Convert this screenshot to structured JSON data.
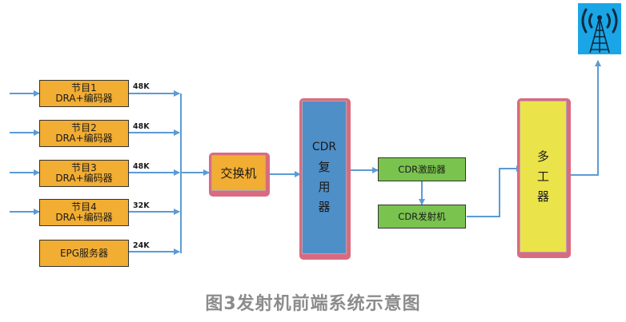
{
  "diagram": {
    "caption": "图3发射机前端系统示意图",
    "sources": [
      {
        "line1": "节目1",
        "line2": "DRA+编码器",
        "rate": "48K"
      },
      {
        "line1": "节目2",
        "line2": "DRA+编码器",
        "rate": "48K"
      },
      {
        "line1": "节目3",
        "line2": "DRA+编码器",
        "rate": "48K"
      },
      {
        "line1": "节目4",
        "line2": "DRA+编码器",
        "rate": "32K"
      },
      {
        "line1": "EPG服务器",
        "line2": "",
        "rate": "24K"
      }
    ],
    "switch": {
      "label": "交换机"
    },
    "multiplexer": {
      "lines": [
        "CDR",
        "复",
        "用",
        "器"
      ]
    },
    "exciter": {
      "label": "CDR激励器"
    },
    "transmitter": {
      "label": "CDR发射机"
    },
    "diplexer": {
      "lines": [
        "多",
        "工",
        "器"
      ]
    },
    "antenna": {
      "icon": "broadcast-tower-icon"
    },
    "colors": {
      "source_fill": "#f2ad33",
      "switch_fill": "#f2ad33",
      "multiplexer_fill": "#4f8fc8",
      "exciter_fill": "#7ac34f",
      "diplexer_fill": "#ebe34a",
      "frame": "#d96b80",
      "wire": "#5b9bd5",
      "antenna_bg": "#1aa6e6"
    }
  }
}
